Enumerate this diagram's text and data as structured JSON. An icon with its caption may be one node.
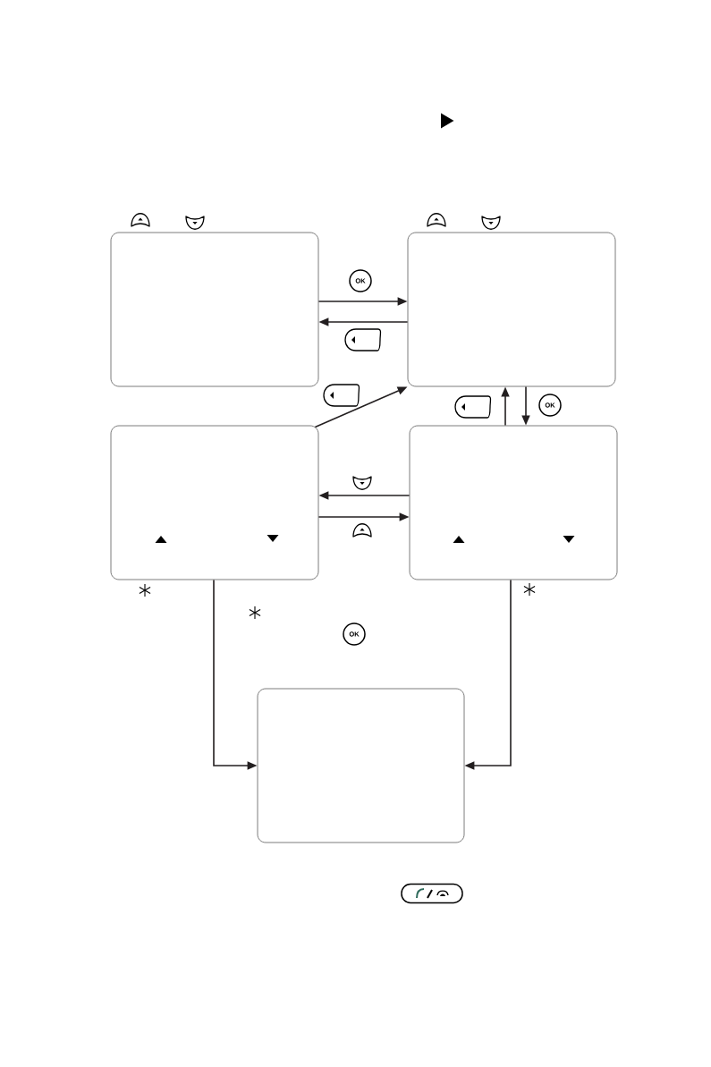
{
  "diagram": {
    "nodes": [
      {
        "text": [],
        "shape": "box"
      },
      {
        "text": [],
        "shape": "box"
      },
      {
        "text": [],
        "shape": "box"
      },
      {
        "text": [],
        "shape": "box"
      },
      {
        "text": [],
        "shape": "box"
      }
    ],
    "edges": [
      {
        "from": 0,
        "to": 1,
        "arrow": "to"
      },
      {
        "from": 1,
        "to": 0,
        "arrow": "to"
      },
      {
        "from": 2,
        "to": 1,
        "arrow": "to"
      },
      {
        "from": 3,
        "to": 1,
        "arrow": "to"
      },
      {
        "from": 1,
        "to": 3,
        "arrow": "to"
      },
      {
        "from": 3,
        "to": 2,
        "arrow": "to"
      },
      {
        "from": 2,
        "to": 3,
        "arrow": "to"
      },
      {
        "from": 2,
        "to": 4,
        "arrow": "to"
      },
      {
        "from": 3,
        "to": 4,
        "arrow": "to"
      }
    ],
    "labels": [
      "OK",
      "OK",
      "OK"
    ]
  }
}
